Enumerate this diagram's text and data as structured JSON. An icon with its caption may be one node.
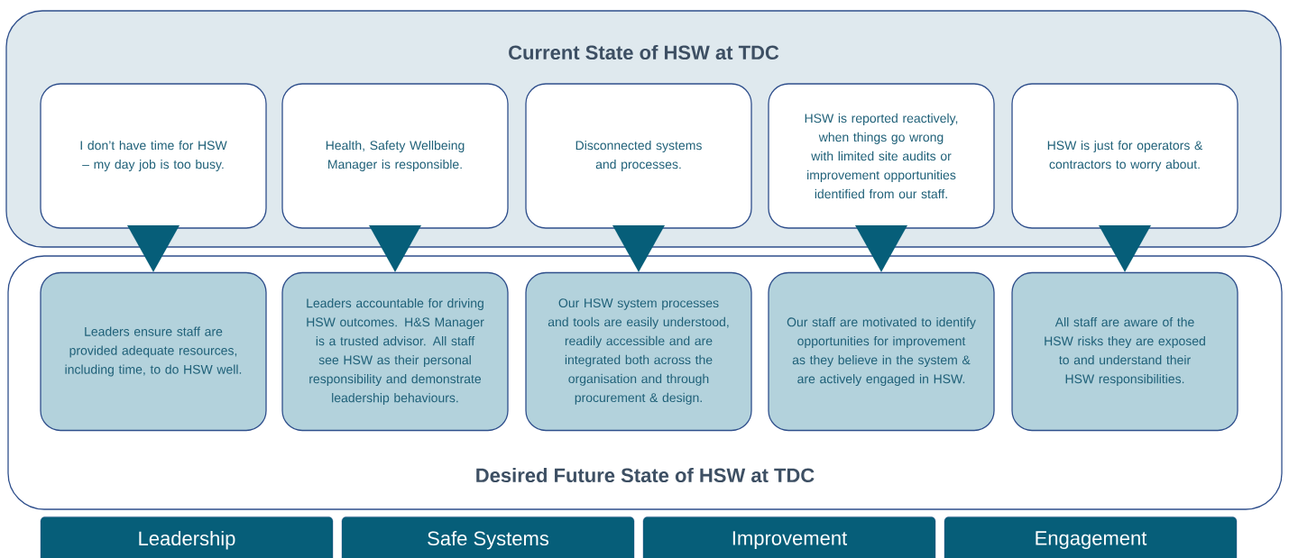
{
  "diagram": {
    "nodes": [
      {
        "text": [
          "Current State of HSW at TDC"
        ]
      },
      {
        "text": [
          "I don’t have time for HSW – my day job is too busy."
        ],
        "in": 0
      },
      {
        "text": [
          "Health, Safety Wellbeing Manager is responsible."
        ],
        "in": 0
      },
      {
        "text": [
          "Disconnected systems and processes."
        ],
        "in": 0
      },
      {
        "text": [
          "HSW is reported reactively, when things go wrong with limited site audits or improvement opportunities identified from our staff."
        ],
        "in": 0
      },
      {
        "text": [
          "HSW is just for operators & contractors to worry about."
        ],
        "in": 0
      },
      {
        "text": [
          "Desired Future State of HSW at TDC"
        ]
      },
      {
        "text": [
          "Leaders ensure staff are provided adequate resources, including time, to do HSW well."
        ],
        "in": 6
      },
      {
        "text": [
          "Leaders accountable for driving HSW outcomes. H&S Manager is a trusted advisor. All staff see HSW as their personal responsibility and demonstrate leadership behaviours."
        ],
        "in": 6
      },
      {
        "text": [
          "Our HSW system processes and tools are easily understood, readily accessible and are integrated both across the organisation and through procurement & design."
        ],
        "in": 6
      },
      {
        "text": [
          "Our staff are motivated to identify opportunities for improvement as they believe in the system & are actively engaged in HSW."
        ],
        "in": 6
      },
      {
        "text": [
          "All staff are aware of the HSW risks they are exposed to and understand their HSW responsibilities."
        ],
        "in": 6
      },
      {
        "text": [
          "Leadership"
        ]
      },
      {
        "text": [
          "Safe Systems"
        ]
      },
      {
        "text": [
          "Improvement"
        ]
      },
      {
        "text": [
          "Engagement"
        ]
      }
    ],
    "edges": [
      {
        "from": 1,
        "to": 7,
        "arrow": "to"
      },
      {
        "from": 2,
        "to": 8,
        "arrow": "to"
      },
      {
        "from": 3,
        "to": 9,
        "arrow": "to"
      },
      {
        "from": 4,
        "to": 10,
        "arrow": "to"
      },
      {
        "from": 5,
        "to": 11,
        "arrow": "to"
      }
    ]
  }
}
